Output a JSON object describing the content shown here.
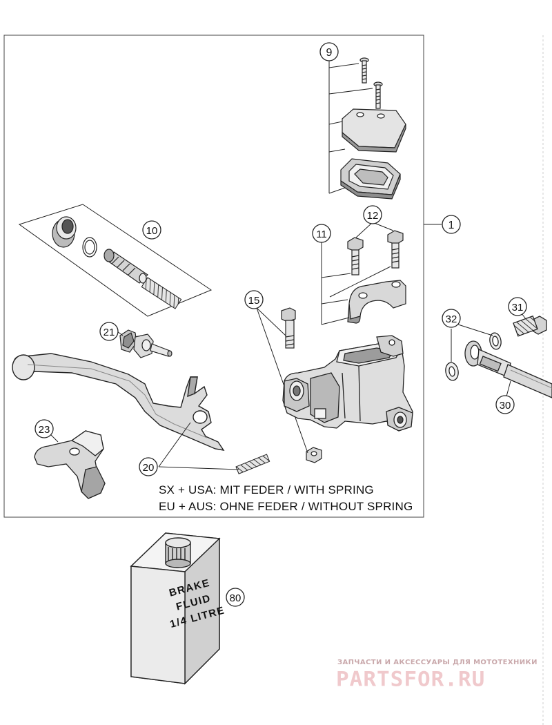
{
  "notes": {
    "line1": "SX + USA:  MIT FEDER / WITH SPRING",
    "line2": "EU + AUS:  OHNE FEDER / WITHOUT SPRING"
  },
  "bottle_label": [
    "BRAKE",
    "FLUID",
    "1/4 LITRE"
  ],
  "callouts": [
    {
      "id": "c1",
      "label": "1"
    },
    {
      "id": "c9",
      "label": "9"
    },
    {
      "id": "c10",
      "label": "10"
    },
    {
      "id": "c11",
      "label": "11"
    },
    {
      "id": "c12",
      "label": "12"
    },
    {
      "id": "c15",
      "label": "15"
    },
    {
      "id": "c20",
      "label": "20"
    },
    {
      "id": "c21",
      "label": "21"
    },
    {
      "id": "c23",
      "label": "23"
    },
    {
      "id": "c30",
      "label": "30"
    },
    {
      "id": "c31",
      "label": "31"
    },
    {
      "id": "c32",
      "label": "32"
    },
    {
      "id": "c80",
      "label": "80"
    }
  ],
  "watermark": {
    "tagline": "ЗАПЧАСТИ И АКСЕССУАРЫ ДЛЯ МОТОТЕХНИКИ",
    "brand": "PARTSFOR.RU"
  },
  "colors": {
    "line": "#222222",
    "part_fill": "#d9d9d9",
    "part_shade": "#a8a8a8",
    "watermark": "#f0c9cc"
  }
}
